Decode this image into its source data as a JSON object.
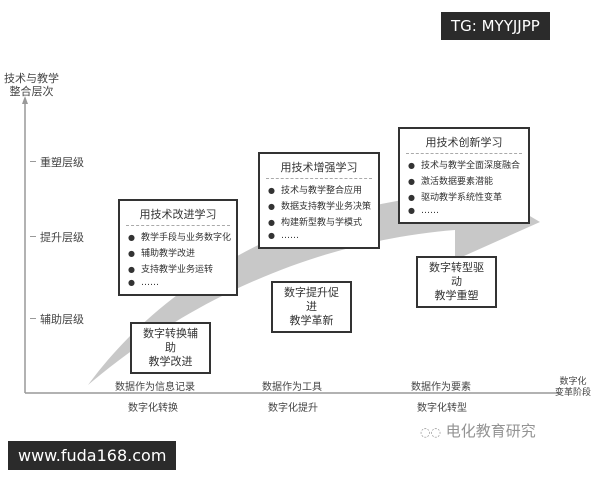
{
  "y_axis": {
    "title_line1": "技术与教学",
    "title_line2": "整合层次",
    "levels": [
      "重塑层级",
      "提升层级",
      "辅助层级"
    ]
  },
  "x_axis": {
    "title_line1": "数字化",
    "title_line2": "变革阶段",
    "stages": [
      {
        "data_role": "数据作为信息记录",
        "stage": "数字化转换"
      },
      {
        "data_role": "数据作为工具",
        "stage": "数字化提升"
      },
      {
        "data_role": "数据作为要素",
        "stage": "数字化转型"
      }
    ]
  },
  "boxes": [
    {
      "title": "用技术改进学习",
      "items": [
        "教学手段与业务数字化",
        "辅助教学改进",
        "支持教学业务运转",
        "……"
      ],
      "summary_line1": "数字转换辅助",
      "summary_line2": "教学改进"
    },
    {
      "title": "用技术增强学习",
      "items": [
        "技术与教学整合应用",
        "数据支持教学业务决策",
        "构建新型教与学模式",
        "……"
      ],
      "summary_line1": "数字提升促进",
      "summary_line2": "教学革新"
    },
    {
      "title": "用技术创新学习",
      "items": [
        "技术与教学全面深度融合",
        "激活数据要素潜能",
        "驱动教学系统性变革",
        "……"
      ],
      "summary_line1": "数字转型驱动",
      "summary_line2": "教学重塑"
    }
  ],
  "watermarks": {
    "top": "TG: MYYJJPP",
    "bottom": "www.fuda168.com",
    "source": "电化教育研究"
  }
}
